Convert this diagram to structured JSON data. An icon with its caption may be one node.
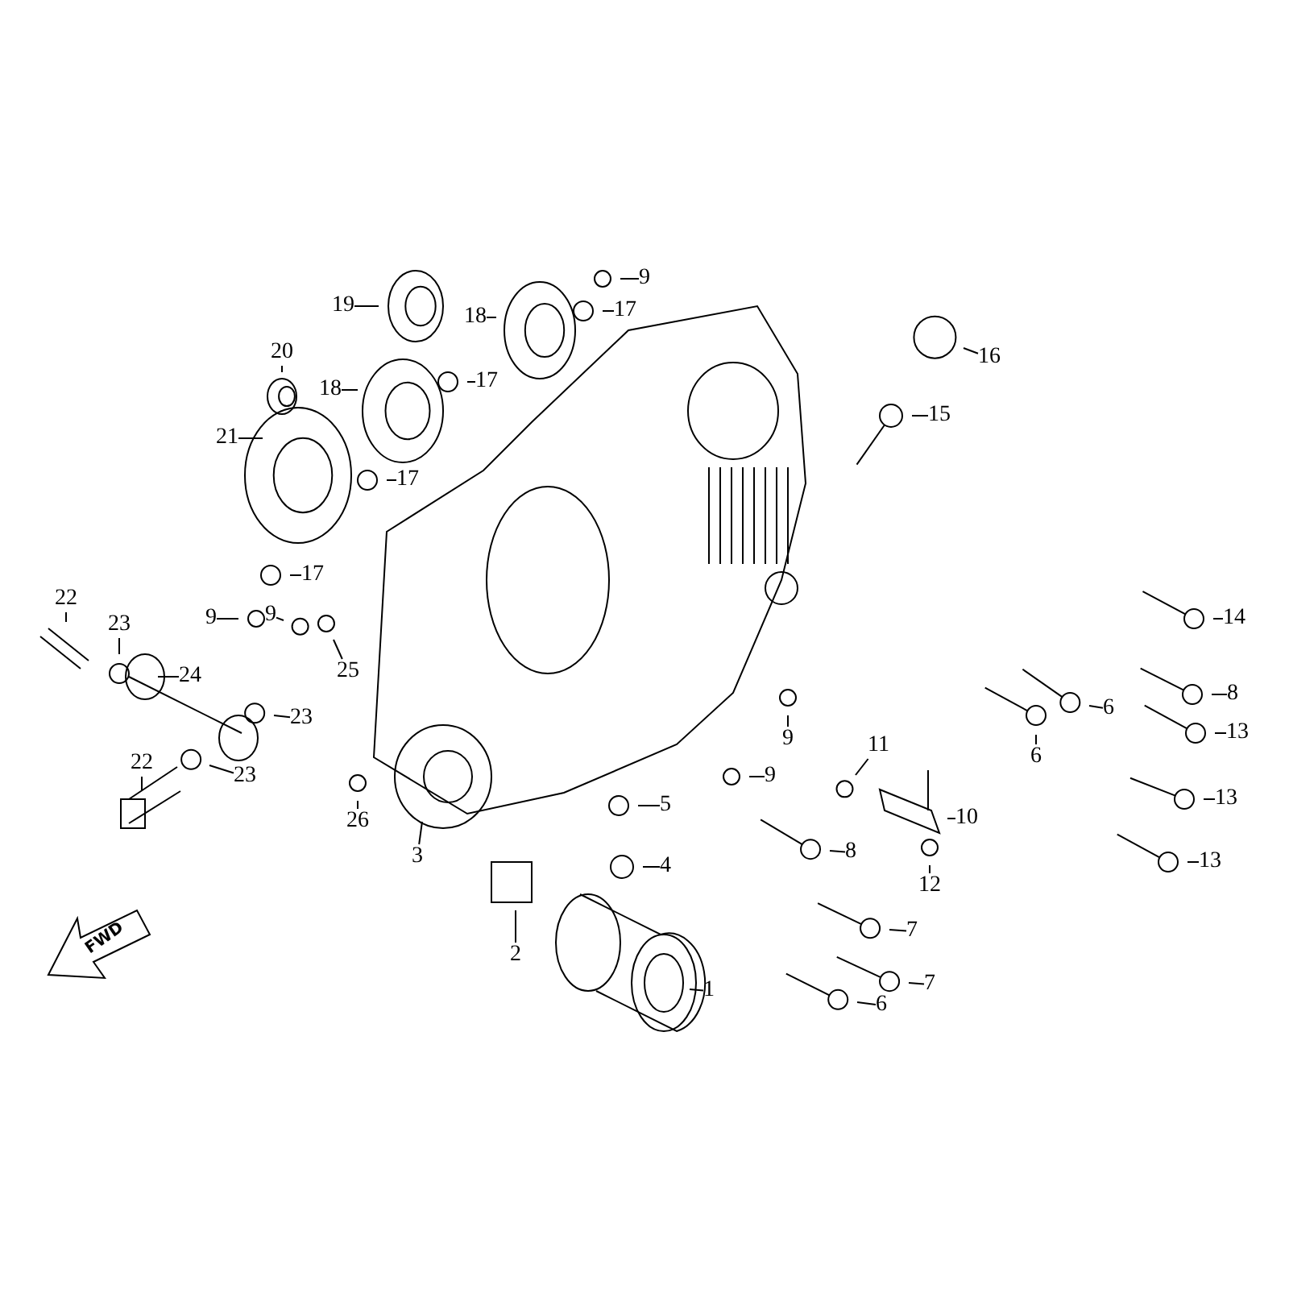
{
  "diagram": {
    "nodes": [
      {
        "text": [
          "9"
        ]
      },
      {
        "text": [
          "19"
        ]
      },
      {
        "text": [
          "17"
        ]
      },
      {
        "text": [
          "18"
        ]
      },
      {
        "text": [
          "20"
        ]
      },
      {
        "text": [
          "16"
        ]
      },
      {
        "text": [
          "17"
        ]
      },
      {
        "text": [
          "18"
        ]
      },
      {
        "text": [
          "15"
        ]
      },
      {
        "text": [
          "21"
        ]
      },
      {
        "text": [
          "17"
        ]
      },
      {
        "text": [
          "17"
        ]
      },
      {
        "text": [
          "22"
        ]
      },
      {
        "text": [
          "9"
        ]
      },
      {
        "text": [
          "9"
        ]
      },
      {
        "text": [
          "14"
        ]
      },
      {
        "text": [
          "23"
        ]
      },
      {
        "text": [
          "25"
        ]
      },
      {
        "text": [
          "24"
        ]
      },
      {
        "text": [
          "8"
        ]
      },
      {
        "text": [
          "6"
        ]
      },
      {
        "text": [
          "23"
        ]
      },
      {
        "text": [
          "13"
        ]
      },
      {
        "text": [
          "9"
        ]
      },
      {
        "text": [
          "11"
        ]
      },
      {
        "text": [
          "6"
        ]
      },
      {
        "text": [
          "22"
        ]
      },
      {
        "text": [
          "9"
        ]
      },
      {
        "text": [
          "23"
        ]
      },
      {
        "text": [
          "13"
        ]
      },
      {
        "text": [
          "5"
        ]
      },
      {
        "text": [
          "10"
        ]
      },
      {
        "text": [
          "26"
        ]
      },
      {
        "text": [
          "8"
        ]
      },
      {
        "text": [
          "3"
        ]
      },
      {
        "text": [
          "13"
        ]
      },
      {
        "text": [
          "4"
        ]
      },
      {
        "text": [
          "12"
        ]
      },
      {
        "text": [
          "7"
        ]
      },
      {
        "text": [
          "2"
        ]
      },
      {
        "text": [
          "7"
        ]
      },
      {
        "text": [
          "1"
        ]
      },
      {
        "text": [
          "6"
        ]
      }
    ],
    "edges": [
      {
        "from": 0,
        "to": null,
        "arrow": "none"
      },
      {
        "from": 1,
        "to": null,
        "arrow": "none"
      },
      {
        "from": 2,
        "to": null,
        "arrow": "none"
      },
      {
        "from": 3,
        "to": null,
        "arrow": "none"
      },
      {
        "from": 4,
        "to": null,
        "arrow": "none"
      },
      {
        "from": 5,
        "to": null,
        "arrow": "none"
      },
      {
        "from": 6,
        "to": null,
        "arrow": "none"
      },
      {
        "from": 7,
        "to": null,
        "arrow": "none"
      },
      {
        "from": 8,
        "to": null,
        "arrow": "none"
      },
      {
        "from": 9,
        "to": null,
        "arrow": "none"
      },
      {
        "from": 10,
        "to": null,
        "arrow": "none"
      },
      {
        "from": 11,
        "to": null,
        "arrow": "none"
      },
      {
        "from": 12,
        "to": null,
        "arrow": "none"
      },
      {
        "from": 13,
        "to": null,
        "arrow": "none"
      },
      {
        "from": 14,
        "to": null,
        "arrow": "none"
      },
      {
        "from": 15,
        "to": null,
        "arrow": "none"
      },
      {
        "from": 16,
        "to": null,
        "arrow": "none"
      },
      {
        "from": 17,
        "to": null,
        "arrow": "none"
      },
      {
        "from": 18,
        "to": null,
        "arrow": "none"
      },
      {
        "from": 19,
        "to": null,
        "arrow": "none"
      },
      {
        "from": 20,
        "to": null,
        "arrow": "none"
      },
      {
        "from": 21,
        "to": null,
        "arrow": "none"
      },
      {
        "from": 22,
        "to": null,
        "arrow": "none"
      },
      {
        "from": 23,
        "to": null,
        "arrow": "none"
      },
      {
        "from": 24,
        "to": null,
        "arrow": "none"
      },
      {
        "from": 25,
        "to": null,
        "arrow": "none"
      },
      {
        "from": 26,
        "to": null,
        "arrow": "none"
      },
      {
        "from": 27,
        "to": null,
        "arrow": "none"
      },
      {
        "from": 28,
        "to": null,
        "arrow": "none"
      },
      {
        "from": 29,
        "to": null,
        "arrow": "none"
      },
      {
        "from": 30,
        "to": null,
        "arrow": "none"
      },
      {
        "from": 31,
        "to": null,
        "arrow": "none"
      },
      {
        "from": 32,
        "to": null,
        "arrow": "none"
      },
      {
        "from": 33,
        "to": null,
        "arrow": "none"
      },
      {
        "from": 34,
        "to": null,
        "arrow": "none"
      },
      {
        "from": 35,
        "to": null,
        "arrow": "none"
      },
      {
        "from": 36,
        "to": null,
        "arrow": "none"
      },
      {
        "from": 37,
        "to": null,
        "arrow": "none"
      },
      {
        "from": 38,
        "to": null,
        "arrow": "none"
      },
      {
        "from": 39,
        "to": null,
        "arrow": "none"
      },
      {
        "from": 40,
        "to": null,
        "arrow": "none"
      },
      {
        "from": 41,
        "to": null,
        "arrow": "none"
      },
      {
        "from": 42,
        "to": null,
        "arrow": "none"
      }
    ],
    "labels": [
      "FWD"
    ]
  }
}
